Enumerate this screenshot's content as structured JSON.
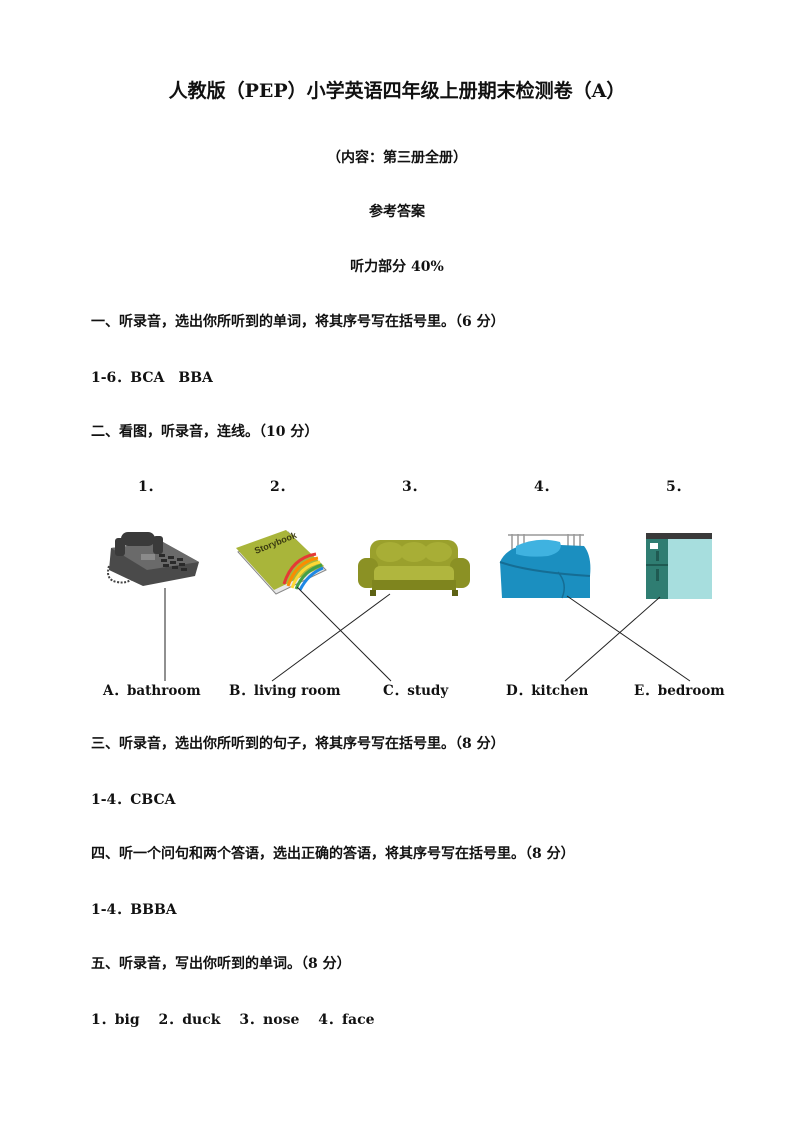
{
  "title": "人教版（PEP）小学英语四年级上册期末检测卷（A）",
  "subtitle": "（内容：第三册全册）",
  "answer_heading": "参考答案",
  "listening_heading": "听力部分 40%",
  "sections": [
    {
      "heading": "一、听录音，选出你所听到的单词，将其序号写在括号里。（6 分）",
      "answer": "1-6．BCA　BBA"
    },
    {
      "heading": "二、看图，听录音，连线。（10 分）"
    },
    {
      "heading": "三、听录音，选出你所听到的句子，将其序号写在括号里。（8 分）",
      "answer": "1-4．CBCA"
    },
    {
      "heading": "四、听一个问句和两个答语，选出正确的答语，将其序号写在括号里。（8 分）",
      "answer": "1-4．BBBA"
    },
    {
      "heading": "五、听录音，写出你听到的单词。（8 分）",
      "answer": "1．big　 2．duck　 3．nose　 4．face"
    }
  ],
  "matching": {
    "numbers": [
      "1．",
      "2．",
      "3．",
      "4．",
      "5．"
    ],
    "pictures": [
      "telephone-icon",
      "storybook-icon",
      "sofa-icon",
      "bed-icon",
      "fridge-icon"
    ],
    "book_text": "Storybook",
    "options": [
      "A．bathroom",
      "B．living room",
      "C．study",
      "D．kitchen",
      "E．bedroom"
    ],
    "connections": [
      {
        "number": "1",
        "option": "A"
      },
      {
        "number": "2",
        "option": "C"
      },
      {
        "number": "3",
        "option": "B"
      },
      {
        "number": "4",
        "option": "E"
      },
      {
        "number": "5",
        "option": "D"
      }
    ]
  }
}
